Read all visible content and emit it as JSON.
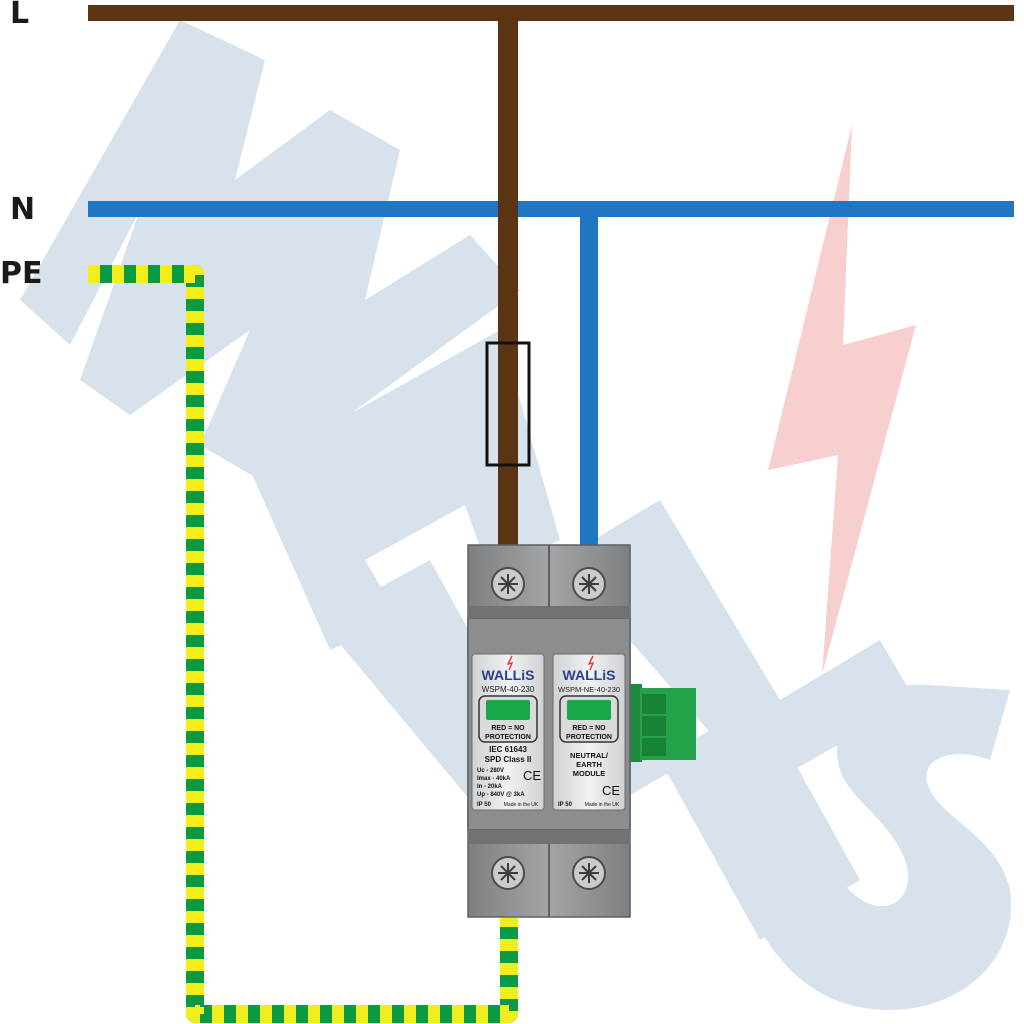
{
  "lines": {
    "live": "L",
    "neutral": "N",
    "earth": "PE"
  },
  "colors": {
    "live": "#5b3413",
    "neutral": "#1f76c2",
    "earth_green": "#0b9a44",
    "earth_yellow": "#f2ee1c",
    "module_body": "#8a8c8f",
    "indicator_green": "#18a84a",
    "connector_green": "#23a24a",
    "watermark_text": "#d7e2ec",
    "watermark_bolt": "#f7cfcf"
  },
  "watermark": "WALLIS",
  "module_left": {
    "brand": "WALLiS",
    "model": "WSPM-40-230",
    "status_line1": "RED = NO",
    "status_line2": "PROTECTION",
    "spec_lines": [
      "IEC 61643",
      "SPD Class II",
      "Uc - 280V",
      "Imax - 40kA",
      "In - 20kA",
      "Up - 840V @ 3kA"
    ],
    "mark": "CE",
    "ip": "IP 50",
    "origin": "Made in the UK"
  },
  "module_right": {
    "brand": "WALLiS",
    "model": "WSPM-NE-40-230",
    "status_line1": "RED = NO",
    "status_line2": "PROTECTION",
    "desc_lines": [
      "NEUTRAL/",
      "EARTH",
      "MODULE"
    ],
    "mark": "CE",
    "ip": "IP 50",
    "origin": "Made in the UK"
  }
}
